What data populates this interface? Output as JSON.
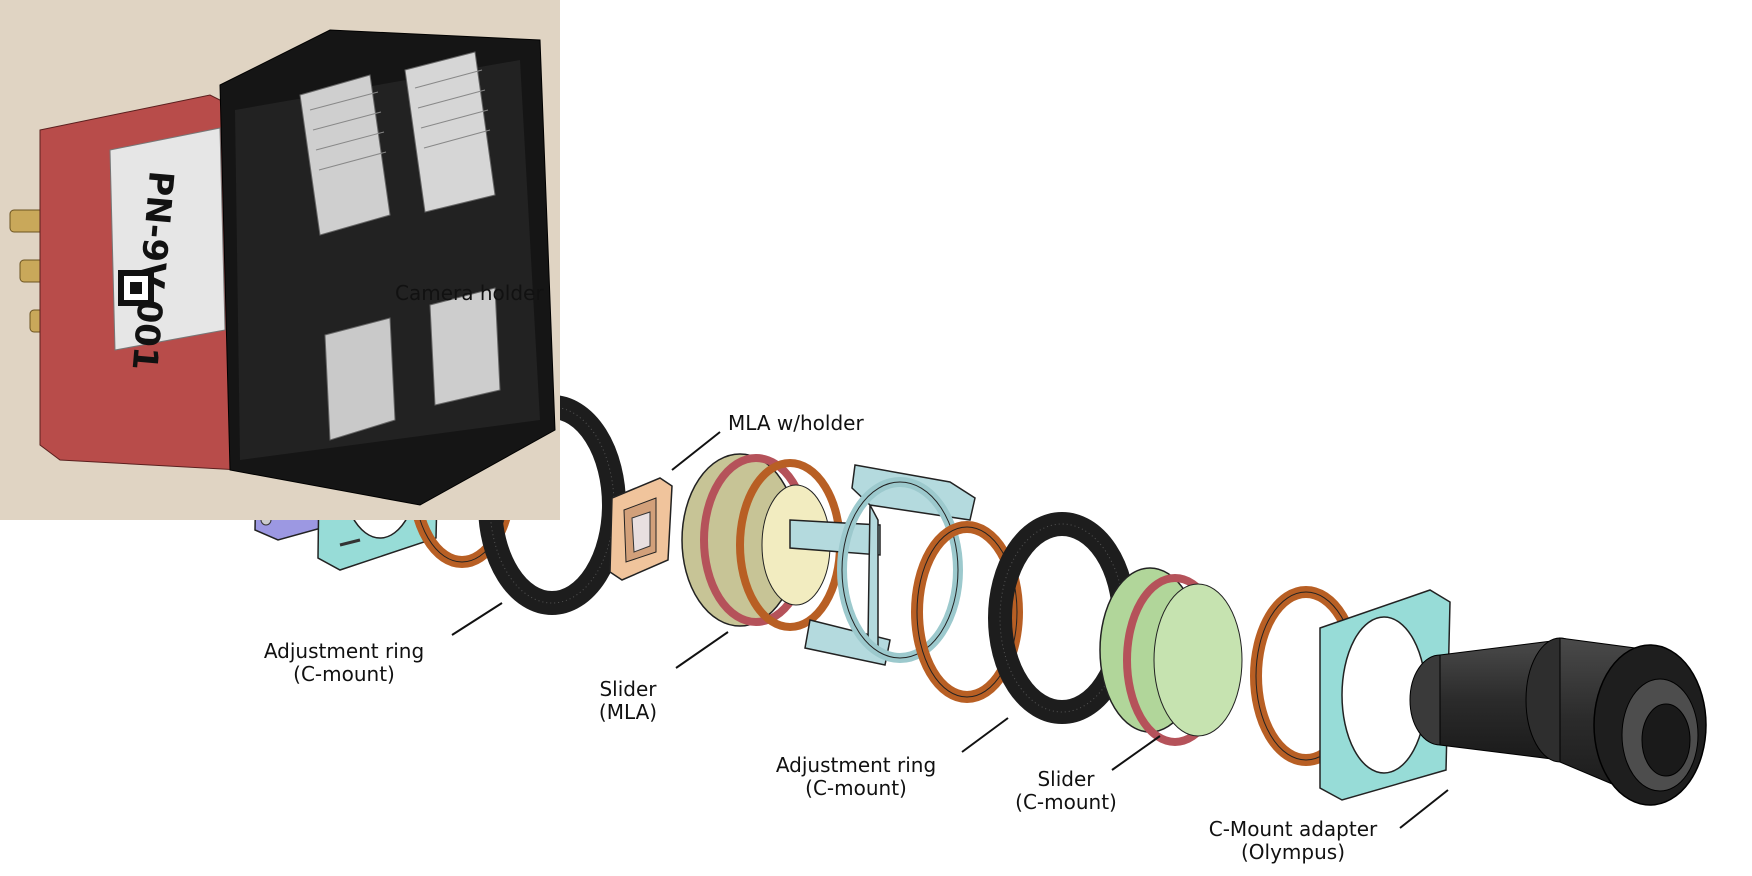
{
  "labels": {
    "camera_holder": "Camera holder",
    "mla_holder": "MLA w/holder",
    "adj_ring_1": {
      "line1": "Adjustment ring",
      "line2": "(C-mount)"
    },
    "slider_mla": {
      "line1": "Slider",
      "line2": "(MLA)"
    },
    "adj_ring_2": {
      "line1": "Adjustment ring",
      "line2": "(C-mount)"
    },
    "slider_cmount": {
      "line1": "Slider",
      "line2": "(C-mount)"
    },
    "cmount_adapter": {
      "line1": "C-Mount adapter",
      "line2": "(Olympus)"
    }
  },
  "photo": {
    "camera_text": "PN-9V-001"
  },
  "colors": {
    "camera_body": "#b65a58",
    "camera_holder": "#a9a6e8",
    "mount_plate": "#9fe0dc",
    "orange_ring": "#c8692a",
    "black_ring": "#1e1e1e",
    "mla": "#f0c7a0",
    "slider_mla": "#c9c69a",
    "slider_cmount": "#b4d89c",
    "bracket": "#b7dde0",
    "adapter": "#2a2a2a"
  }
}
